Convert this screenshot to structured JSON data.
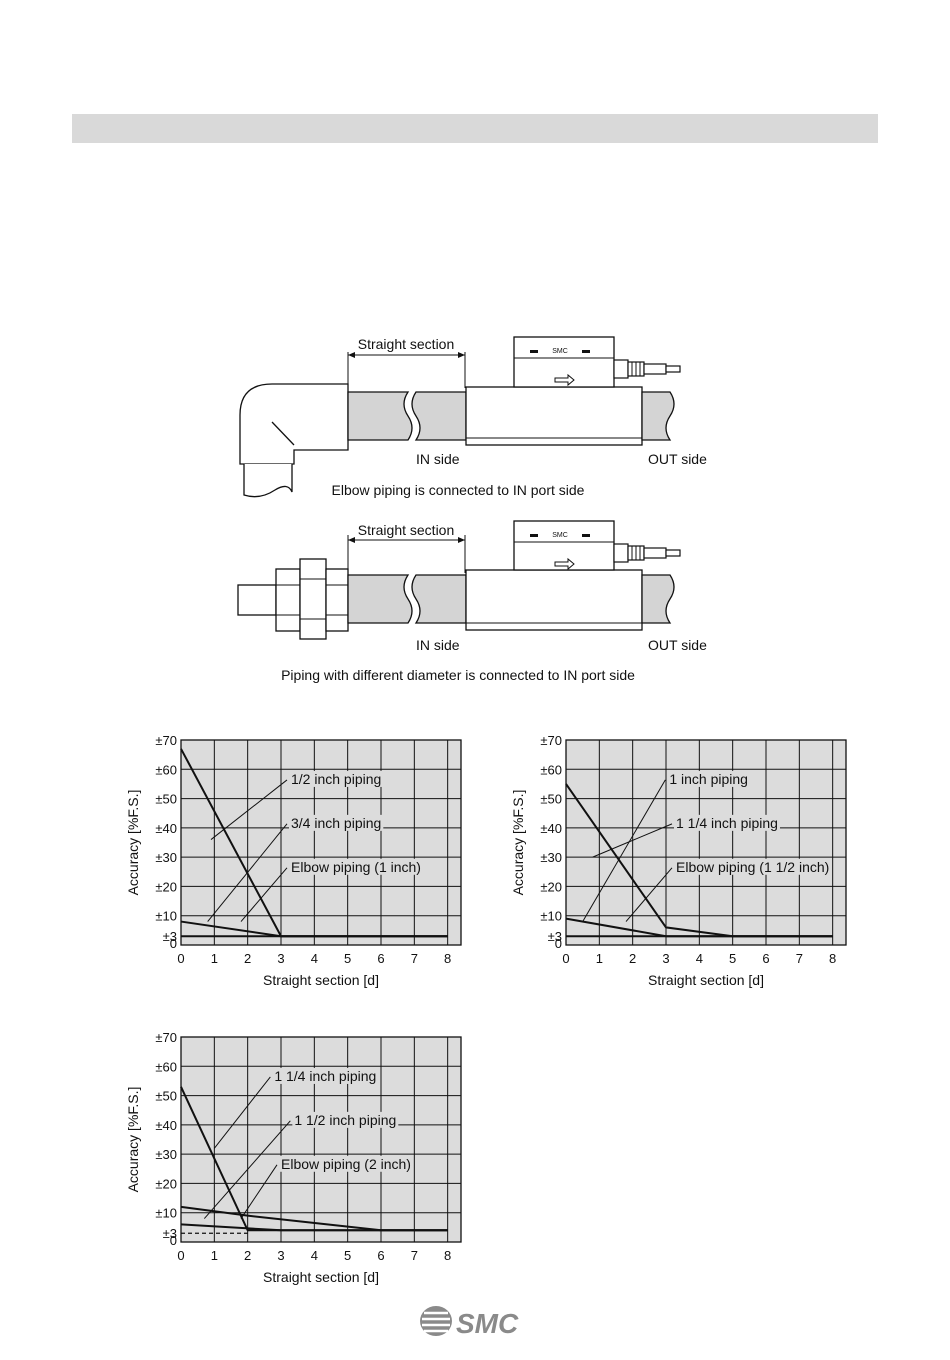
{
  "diagram1": {
    "straight_label": "Straight section",
    "in_label": "IN side",
    "out_label": "OUT side",
    "caption": "Elbow piping is connected to IN port side",
    "device_logo": "SMC"
  },
  "diagram2": {
    "straight_label": "Straight section",
    "in_label": "IN side",
    "out_label": "OUT side",
    "caption": "Piping with different diameter is connected to IN port side",
    "device_logo": "SMC"
  },
  "chart_data": [
    {
      "type": "line",
      "xlabel": "Straight section [d]",
      "ylabel": "Accuracy [%F.S.]",
      "x_ticks": [
        "0",
        "1",
        "2",
        "3",
        "4",
        "5",
        "6",
        "7",
        "8"
      ],
      "y_ticks": [
        "0",
        "±3",
        "±10",
        "±20",
        "±30",
        "±40",
        "±50",
        "±60",
        "±70"
      ],
      "xlim": [
        0,
        8.4
      ],
      "ylim": [
        0,
        70
      ],
      "grid": true,
      "series": [
        {
          "name": "1/2 inch piping",
          "x": [
            0,
            3,
            8
          ],
          "y": [
            67,
            3,
            3
          ],
          "dashed": false
        },
        {
          "name": "3/4 inch piping",
          "x": [
            0,
            3,
            8
          ],
          "y": [
            8,
            3,
            3
          ],
          "dashed": false
        },
        {
          "name": "Elbow piping (1 inch)",
          "x": [
            0,
            8
          ],
          "y": [
            3,
            3
          ],
          "dashed": false
        }
      ],
      "annotations": [
        {
          "text": "1/2 inch piping",
          "line_from": [
            0.9,
            36
          ],
          "label_at": [
            3.3,
            55
          ],
          "anchor": "start"
        },
        {
          "text": "3/4 inch piping",
          "line_from": [
            0.8,
            8
          ],
          "label_at": [
            3.3,
            40
          ],
          "anchor": "start"
        },
        {
          "text": "Elbow piping (1 inch)",
          "line_from": [
            1.8,
            8
          ],
          "label_at": [
            3.3,
            25
          ],
          "anchor": "start"
        }
      ]
    },
    {
      "type": "line",
      "xlabel": "Straight section [d]",
      "ylabel": "Accuracy [%F.S.]",
      "x_ticks": [
        "0",
        "1",
        "2",
        "3",
        "4",
        "5",
        "6",
        "7",
        "8"
      ],
      "y_ticks": [
        "0",
        "±3",
        "±10",
        "±20",
        "±30",
        "±40",
        "±50",
        "±60",
        "±70"
      ],
      "xlim": [
        0,
        8.4
      ],
      "ylim": [
        0,
        70
      ],
      "grid": true,
      "series": [
        {
          "name": "1 inch piping",
          "x": [
            0,
            3,
            5,
            8
          ],
          "y": [
            55,
            6,
            3,
            3
          ],
          "dashed": false
        },
        {
          "name": "1 1/4 inch piping",
          "x": [
            0,
            3,
            8
          ],
          "y": [
            9,
            3,
            3
          ],
          "dashed": false
        },
        {
          "name": "Elbow piping (1 1/2 inch)",
          "x": [
            0,
            8
          ],
          "y": [
            3,
            3
          ],
          "dashed": false
        }
      ],
      "annotations": [
        {
          "text": "1 inch piping",
          "line_from": [
            0.5,
            8
          ],
          "label_at": [
            3.1,
            55
          ],
          "anchor": "start"
        },
        {
          "text": "1 1/4 inch piping",
          "line_from": [
            0.8,
            30
          ],
          "label_at": [
            3.3,
            40
          ],
          "anchor": "start"
        },
        {
          "text": "Elbow piping (1 1/2 inch)",
          "line_from": [
            1.8,
            8
          ],
          "label_at": [
            3.3,
            25
          ],
          "anchor": "start"
        }
      ]
    },
    {
      "type": "line",
      "xlabel": "Straight section [d]",
      "ylabel": "Accuracy [%F.S.]",
      "x_ticks": [
        "0",
        "1",
        "2",
        "3",
        "4",
        "5",
        "6",
        "7",
        "8"
      ],
      "y_ticks": [
        "0",
        "±3",
        "±10",
        "±20",
        "±30",
        "±40",
        "±50",
        "±60",
        "±70"
      ],
      "xlim": [
        0,
        8.4
      ],
      "ylim": [
        0,
        70
      ],
      "grid": true,
      "series": [
        {
          "name": "1 1/4 inch piping",
          "x": [
            0,
            2,
            8
          ],
          "y": [
            53,
            4,
            4
          ],
          "dashed": false
        },
        {
          "name": "1 1/2 inch piping",
          "x": [
            0,
            2,
            6,
            8
          ],
          "y": [
            12,
            9,
            4,
            4
          ],
          "dashed": false
        },
        {
          "name": "Elbow piping (2 inch)",
          "x": [
            0,
            3,
            8
          ],
          "y": [
            6,
            4,
            4
          ],
          "dashed": false
        },
        {
          "name": "",
          "x": [
            0,
            2
          ],
          "y": [
            3,
            3
          ],
          "dashed": true
        }
      ],
      "annotations": [
        {
          "text": "1 1/4 inch piping",
          "line_from": [
            1.0,
            32
          ],
          "label_at": [
            2.8,
            55
          ],
          "anchor": "start"
        },
        {
          "text": "1 1/2 inch piping",
          "line_from": [
            0.7,
            8
          ],
          "label_at": [
            3.4,
            40
          ],
          "anchor": "start"
        },
        {
          "text": "Elbow piping (2 inch)",
          "line_from": [
            1.8,
            8
          ],
          "label_at": [
            3.0,
            25
          ],
          "anchor": "start"
        }
      ]
    }
  ],
  "footer": {
    "logo_text": "SMC"
  }
}
